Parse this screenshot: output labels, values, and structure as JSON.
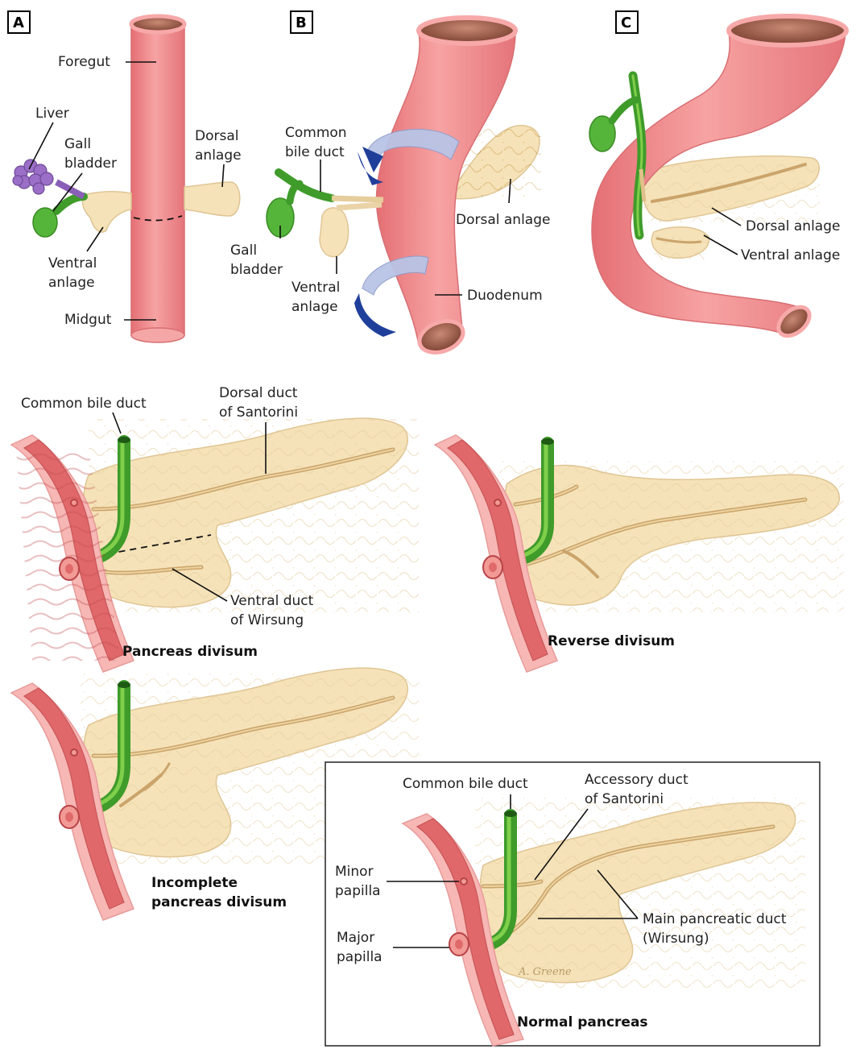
{
  "panels": {
    "a": {
      "letter": "A",
      "labels": {
        "foregut": "Foregut",
        "liver": "Liver",
        "gallbladder": "Gall\nbladder",
        "dorsal_anlage": "Dorsal\nanlage",
        "ventral_anlage": "Ventral\nanlage",
        "midgut": "Midgut"
      }
    },
    "b": {
      "letter": "B",
      "labels": {
        "common_bile_duct": "Common\nbile duct",
        "dorsal_anlage": "Dorsal anlage",
        "gallbladder": "Gall\nbladder",
        "ventral_anlage": "Ventral\nanlage",
        "duodenum": "Duodenum"
      }
    },
    "c": {
      "letter": "C",
      "labels": {
        "dorsal_anlage": "Dorsal anlage",
        "ventral_anlage": "Ventral anlage"
      }
    }
  },
  "variants": {
    "pancreas_divisum": {
      "title": "Pancreas divisum",
      "labels": {
        "common_bile_duct": "Common bile duct",
        "dorsal_duct": "Dorsal duct\nof Santorini",
        "ventral_duct": "Ventral duct\nof Wirsung"
      }
    },
    "reverse_divisum": {
      "title": "Reverse divisum"
    },
    "incomplete_divisum": {
      "title": "Incomplete\npancreas divisum"
    },
    "normal_pancreas": {
      "title": "Normal pancreas",
      "labels": {
        "common_bile_duct": "Common bile duct",
        "accessory_duct": "Accessory duct\nof Santorini",
        "minor_papilla": "Minor\npapilla",
        "major_papilla": "Major\npapilla",
        "main_duct": "Main pancreatic duct\n(Wirsung)"
      },
      "signature": "A. Greene"
    }
  },
  "colors": {
    "gut": "#f08a8a",
    "pancreas": "#f5e2b8",
    "bile_duct": "#3f9b2a",
    "rotation_arrow": "#1f3f9a",
    "liver": "#9b6fc7"
  }
}
